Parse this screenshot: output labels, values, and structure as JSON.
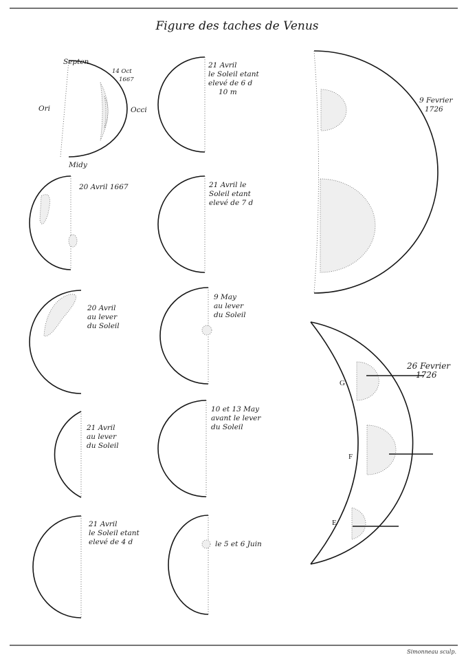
{
  "title": "Figure des taches de Venus",
  "compass": {
    "north": "Septen",
    "south": "Midy",
    "east": "Ori",
    "west": "Occi",
    "date": "14 Oct",
    "year": "1667"
  },
  "observations": [
    {
      "lines": [
        "20 Avril 1667"
      ]
    },
    {
      "lines": [
        "20 Avril",
        "au lever",
        "du Soleil"
      ]
    },
    {
      "lines": [
        "21 Avril",
        "au lever",
        "du Soleil"
      ]
    },
    {
      "lines": [
        "21 Avril",
        "le Soleil etant",
        "elevé de 4 d"
      ]
    },
    {
      "lines": [
        "21 Avril",
        "le Soleil etant",
        "elevé de 6 d",
        "10 m"
      ]
    },
    {
      "lines": [
        "21 Avril le",
        "Soleil etant",
        "elevé de 7 d"
      ]
    },
    {
      "lines": [
        "9 May",
        "au lever",
        "du Soleil"
      ]
    },
    {
      "lines": [
        "10 et 13 May",
        "avant le lever",
        "du Soleil"
      ]
    },
    {
      "lines": [
        "le 5 et 6 Juin"
      ]
    }
  ],
  "large_figures": [
    {
      "lines": [
        "9 Fevrier",
        "1726"
      ]
    },
    {
      "lines": [
        "26 Fevrier",
        "1726"
      ],
      "markers": [
        "G",
        "F",
        "E"
      ]
    }
  ],
  "engraver": "Simonneau sculp."
}
